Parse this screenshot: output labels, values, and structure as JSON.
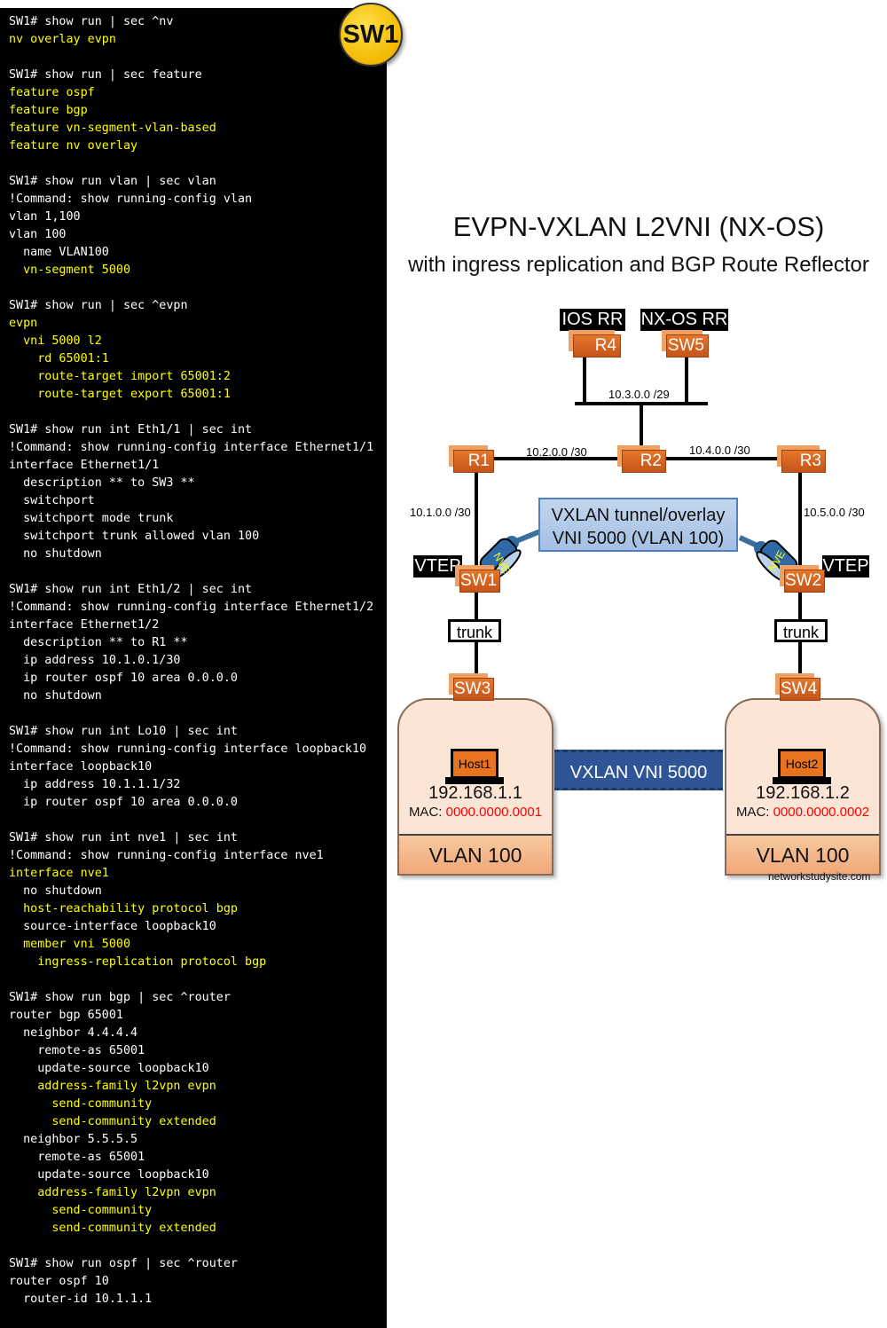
{
  "terminal": {
    "badge": "SW1",
    "lines": [
      {
        "t": "SW1# show run | sec ^nv",
        "hl": false
      },
      {
        "t": "nv overlay evpn",
        "hl": true
      },
      {
        "t": "",
        "hl": false
      },
      {
        "t": "SW1# show run | sec feature",
        "hl": false
      },
      {
        "t": "feature ospf",
        "hl": true
      },
      {
        "t": "feature bgp",
        "hl": true
      },
      {
        "t": "feature vn-segment-vlan-based",
        "hl": true
      },
      {
        "t": "feature nv overlay",
        "hl": true
      },
      {
        "t": "",
        "hl": false
      },
      {
        "t": "SW1# show run vlan | sec vlan",
        "hl": false
      },
      {
        "t": "!Command: show running-config vlan",
        "hl": false
      },
      {
        "t": "vlan 1,100",
        "hl": false
      },
      {
        "t": "vlan 100",
        "hl": false
      },
      {
        "t": "  name VLAN100",
        "hl": false
      },
      {
        "t": "  vn-segment 5000",
        "hl": true
      },
      {
        "t": "",
        "hl": false
      },
      {
        "t": "SW1# show run | sec ^evpn",
        "hl": false
      },
      {
        "t": "evpn",
        "hl": true
      },
      {
        "t": "  vni 5000 l2",
        "hl": true
      },
      {
        "t": "    rd 65001:1",
        "hl": true
      },
      {
        "t": "    route-target import 65001:2",
        "hl": true
      },
      {
        "t": "    route-target export 65001:1",
        "hl": true
      },
      {
        "t": "",
        "hl": false
      },
      {
        "t": "SW1# show run int Eth1/1 | sec int",
        "hl": false
      },
      {
        "t": "!Command: show running-config interface Ethernet1/1",
        "hl": false
      },
      {
        "t": "interface Ethernet1/1",
        "hl": false
      },
      {
        "t": "  description ** to SW3 **",
        "hl": false
      },
      {
        "t": "  switchport",
        "hl": false
      },
      {
        "t": "  switchport mode trunk",
        "hl": false
      },
      {
        "t": "  switchport trunk allowed vlan 100",
        "hl": false
      },
      {
        "t": "  no shutdown",
        "hl": false
      },
      {
        "t": "",
        "hl": false
      },
      {
        "t": "SW1# show run int Eth1/2 | sec int",
        "hl": false
      },
      {
        "t": "!Command: show running-config interface Ethernet1/2",
        "hl": false
      },
      {
        "t": "interface Ethernet1/2",
        "hl": false
      },
      {
        "t": "  description ** to R1 **",
        "hl": false
      },
      {
        "t": "  ip address 10.1.0.1/30",
        "hl": false
      },
      {
        "t": "  ip router ospf 10 area 0.0.0.0",
        "hl": false
      },
      {
        "t": "  no shutdown",
        "hl": false
      },
      {
        "t": "",
        "hl": false
      },
      {
        "t": "SW1# show run int Lo10 | sec int",
        "hl": false
      },
      {
        "t": "!Command: show running-config interface loopback10",
        "hl": false
      },
      {
        "t": "interface loopback10",
        "hl": false
      },
      {
        "t": "  ip address 10.1.1.1/32",
        "hl": false
      },
      {
        "t": "  ip router ospf 10 area 0.0.0.0",
        "hl": false
      },
      {
        "t": "",
        "hl": false
      },
      {
        "t": "SW1# show run int nve1 | sec int",
        "hl": false
      },
      {
        "t": "!Command: show running-config interface nve1",
        "hl": false
      },
      {
        "t": "interface nve1",
        "hl": true
      },
      {
        "t": "  no shutdown",
        "hl": false
      },
      {
        "t": "  host-reachability protocol bgp",
        "hl": true
      },
      {
        "t": "  source-interface loopback10",
        "hl": false
      },
      {
        "t": "  member vni 5000",
        "hl": true
      },
      {
        "t": "    ingress-replication protocol bgp",
        "hl": true
      },
      {
        "t": "",
        "hl": false
      },
      {
        "t": "SW1# show run bgp | sec ^router",
        "hl": false
      },
      {
        "t": "router bgp 65001",
        "hl": false
      },
      {
        "t": "  neighbor 4.4.4.4",
        "hl": false
      },
      {
        "t": "    remote-as 65001",
        "hl": false
      },
      {
        "t": "    update-source loopback10",
        "hl": false
      },
      {
        "t": "    address-family l2vpn evpn",
        "hl": true
      },
      {
        "t": "      send-community",
        "hl": true
      },
      {
        "t": "      send-community extended",
        "hl": true
      },
      {
        "t": "  neighbor 5.5.5.5",
        "hl": false
      },
      {
        "t": "    remote-as 65001",
        "hl": false
      },
      {
        "t": "    update-source loopback10",
        "hl": false
      },
      {
        "t": "    address-family l2vpn evpn",
        "hl": true
      },
      {
        "t": "      send-community",
        "hl": true
      },
      {
        "t": "      send-community extended",
        "hl": true
      },
      {
        "t": "",
        "hl": false
      },
      {
        "t": "SW1# show run ospf | sec ^router",
        "hl": false
      },
      {
        "t": "router ospf 10",
        "hl": false
      },
      {
        "t": "  router-id 10.1.1.1",
        "hl": false
      }
    ]
  },
  "diagram": {
    "title": "EVPN-VXLAN L2VNI (NX-OS)",
    "subtitle": "with ingress replication and BGP Route Reflector",
    "labels": {
      "ios_rr": "IOS RR",
      "nxos_rr": "NX-OS RR",
      "vtep_left": "VTEP",
      "vtep_right": "VTEP",
      "trunk_left": "trunk",
      "trunk_right": "trunk"
    },
    "devices": {
      "r4": "R4",
      "sw5": "SW5",
      "r1": "R1",
      "r2": "R2",
      "r3": "R3",
      "sw1": "SW1",
      "sw2": "SW2",
      "sw3": "SW3",
      "sw4": "SW4"
    },
    "networks": {
      "n3": "10.3.0.0 /29",
      "n2": "10.2.0.0 /30",
      "n4": "10.4.0.0 /30",
      "n1": "10.1.0.0 /30",
      "n5": "10.5.0.0 /30"
    },
    "overlay": {
      "line1": "VXLAN tunnel/overlay",
      "line2": "VNI 5000 (VLAN 100)",
      "nve": "NVE"
    },
    "vni_band": "VXLAN VNI 5000",
    "sites": [
      {
        "host": "Host1",
        "ip": "192.168.1.1",
        "mac_label": "MAC:",
        "mac": "0000.0000.0001",
        "vlan": "VLAN 100"
      },
      {
        "host": "Host2",
        "ip": "192.168.1.2",
        "mac_label": "MAC:",
        "mac": "0000.0000.0002",
        "vlan": "VLAN 100"
      }
    ],
    "watermark": "networkstudysite.com",
    "colors": {
      "highlight": "#ffff00",
      "device": "#e4782c",
      "overlay_box": "#a9c4e4",
      "vni_band": "#2f5597",
      "mac": "#ff0000",
      "site": "#fbe5d6"
    }
  }
}
